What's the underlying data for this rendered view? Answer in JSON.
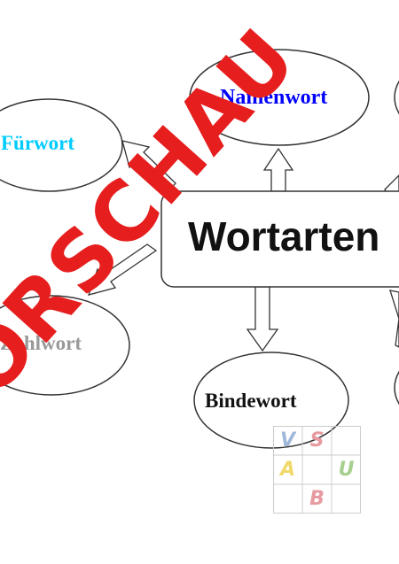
{
  "diagram": {
    "center": {
      "label": "Wortarten"
    },
    "nodes": [
      {
        "id": "namenwort",
        "label": "Namenwort",
        "color": "#0000ff"
      },
      {
        "id": "fuerwort",
        "label": "Fürwort",
        "color": "#00ccff"
      },
      {
        "id": "zahlwort",
        "label": "Zahlwort",
        "color": "#999999"
      },
      {
        "id": "bindewort",
        "label": "Bindewort",
        "color": "#111111"
      }
    ]
  },
  "watermark": {
    "text": "VORSCHAU",
    "color": "#e61e1e"
  },
  "logo": {
    "letters": [
      "V",
      "S",
      "A",
      "U",
      "B"
    ],
    "colors": {
      "V": "#9fb7d9",
      "S": "#e79aa0",
      "A": "#f0d86a",
      "U": "#a6cf8e",
      "B": "#e79aa0"
    }
  }
}
